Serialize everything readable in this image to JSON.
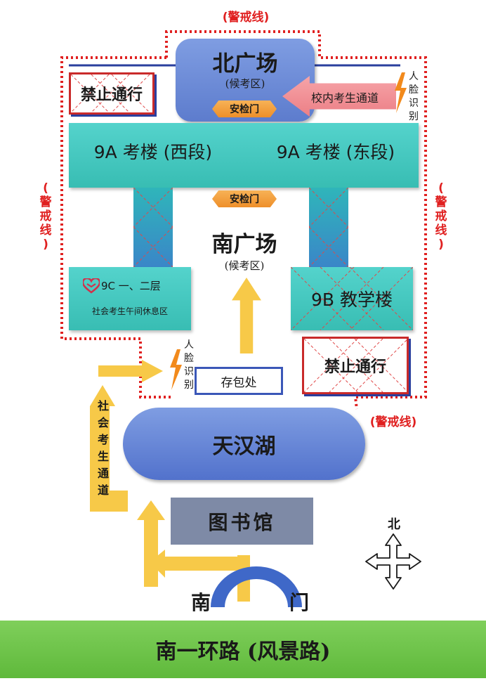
{
  "cordon_labels": {
    "top": "(警戒线)",
    "left": [
      "(",
      "警",
      "戒",
      "线",
      ")"
    ],
    "right": [
      "(",
      "警",
      "戒",
      "线",
      ")"
    ],
    "bottom_right": "(警戒线)"
  },
  "north_plaza": {
    "title": "北广场",
    "subtitle": "(候考区)",
    "gate": "安检门"
  },
  "forbidden_nw": "禁止通行",
  "forbidden_se": "禁止通行",
  "campus_channel": "校内考生通道",
  "face_id": [
    "人",
    "脸",
    "识",
    "别"
  ],
  "building_9a": {
    "west": "9A 考楼 (西段)",
    "east": "9A 考楼 (东段)"
  },
  "center_gate": "安检门",
  "south_plaza": {
    "title": "南广场",
    "subtitle": "(候考区)"
  },
  "building_9c": {
    "title": "9C 一、二层",
    "subtitle": "社会考生午间休息区"
  },
  "building_9b": "9B 教学楼",
  "bag_storage": "存包处",
  "public_channel": [
    "社",
    "会",
    "考",
    "生",
    "通",
    "道"
  ],
  "lake": "天汉湖",
  "library": "图书馆",
  "compass_north": "北",
  "south_gate": {
    "left": "南",
    "right": "门"
  },
  "road": "南一环路 (风景路)",
  "colors": {
    "cordon": "#e02020",
    "teal": "#40c4bb",
    "arrow_yellow": "#f7c948",
    "forbidden_red": "#c92a2a",
    "road_green": "#6cc34a"
  }
}
